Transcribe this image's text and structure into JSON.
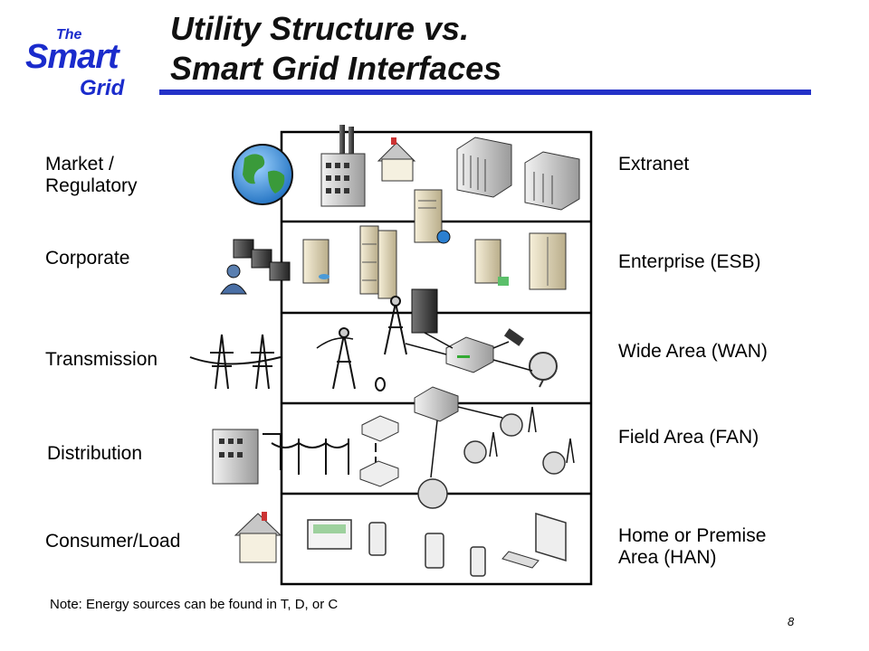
{
  "logo": {
    "the": "The",
    "smart": "Smart",
    "grid": "Grid"
  },
  "title": {
    "line1": "Utility Structure vs.",
    "line2": "Smart Grid Interfaces"
  },
  "left_labels": [
    "Market /",
    "Regulatory",
    "Corporate",
    "Transmission",
    "Distribution",
    "Consumer/Load"
  ],
  "right_labels": [
    "Extranet",
    "Enterprise (ESB)",
    "Wide Area (WAN)",
    "Field Area (FAN)",
    "Home or Premise",
    "Area (HAN)"
  ],
  "note": "Note:  Energy sources can be found in T, D,  or C",
  "page_number": "8",
  "colors": {
    "brand_blue": "#1a2bcc",
    "rule_blue": "#2432c8"
  }
}
